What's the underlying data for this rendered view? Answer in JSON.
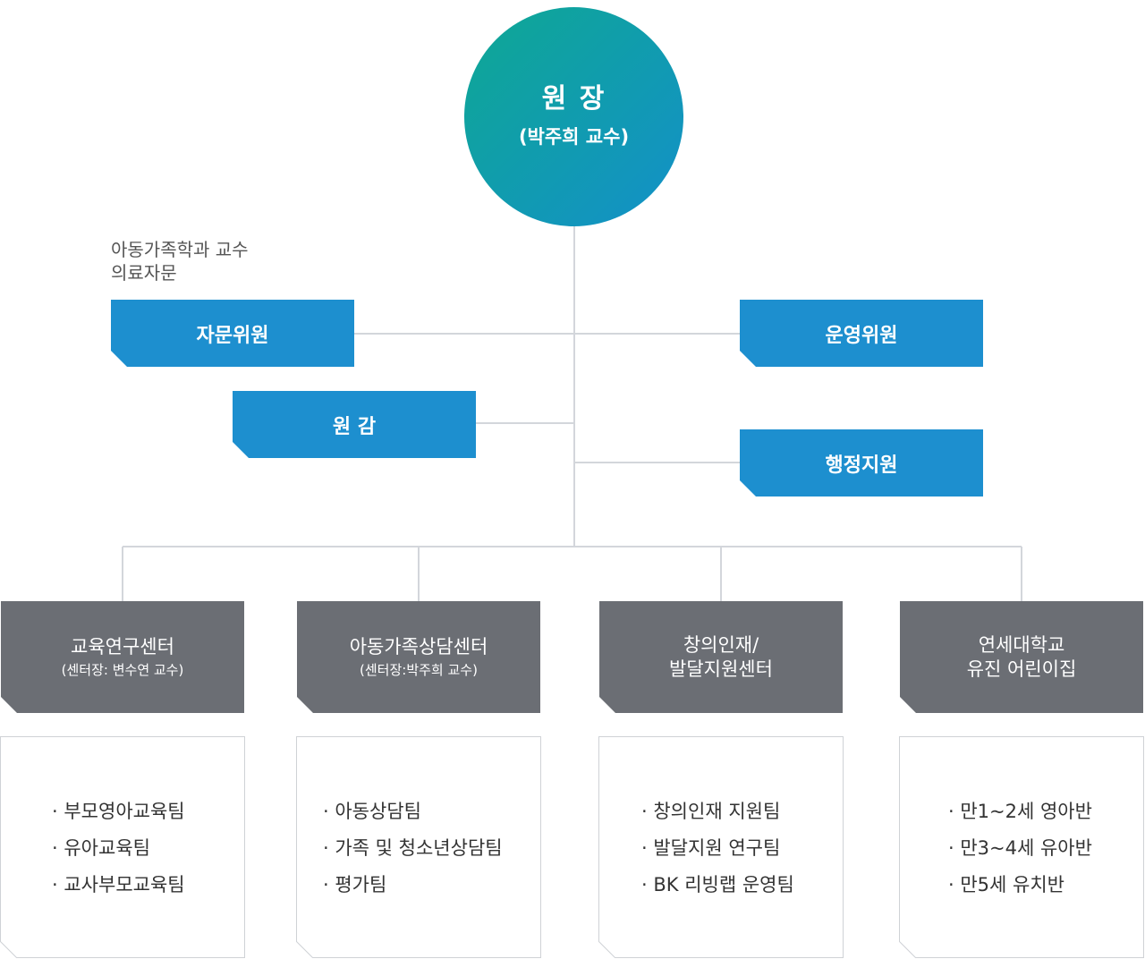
{
  "director": {
    "title": "원 장",
    "subtitle": "(박주희 교수)"
  },
  "advisory_note": [
    "아동가족학과 교수",
    "의료자문"
  ],
  "boxes": {
    "advisory_committee": "자문위원",
    "operating_committee": "운영위원",
    "vice_director": "원 감",
    "admin_support": "행정지원"
  },
  "centers": [
    {
      "title": "교육연구센터",
      "subtitle": "(센터장: 변수연 교수)",
      "teams": [
        "부모영아교육팀",
        "유아교육팀",
        "교사부모교육팀"
      ]
    },
    {
      "title": "아동가족상담센터",
      "subtitle": "(센터장:박주희 교수)",
      "teams": [
        "아동상담팀",
        "가족 및 청소년상담팀",
        "평가팀"
      ]
    },
    {
      "title": "창의인재/",
      "subtitle": "발달지원센터",
      "teams": [
        "창의인재 지원팀",
        "발달지원 연구팀",
        "BK 리빙랩 운영팀"
      ]
    },
    {
      "title": "연세대학교",
      "subtitle": "유진 어린이집",
      "teams": [
        "만1~2세 영아반",
        "만3~4세 유아반",
        "만5세 유치반"
      ]
    }
  ],
  "colors": {
    "circle_gradient_start": "#0ea893",
    "circle_gradient_end": "#1390c9",
    "blue_box": "#1d8fcf",
    "gray_box": "#6b6e74",
    "connector": "#d3d6db"
  }
}
